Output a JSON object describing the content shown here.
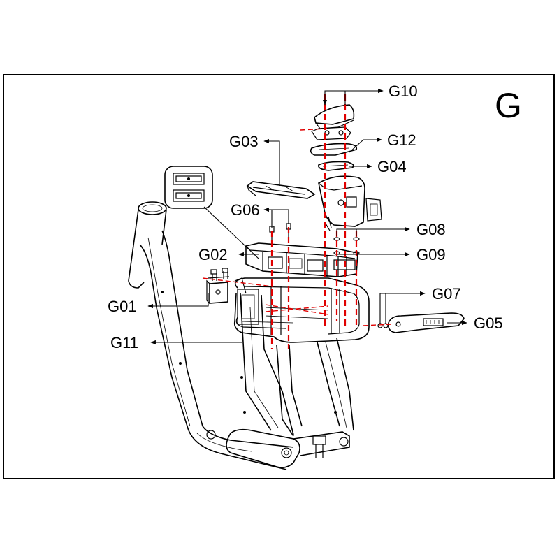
{
  "diagram": {
    "section_letter": "G",
    "part_labels": {
      "G01": "G01",
      "G02": "G02",
      "G03": "G03",
      "G04": "G04",
      "G05": "G05",
      "G06": "G06",
      "G07": "G07",
      "G08": "G08",
      "G09": "G09",
      "G10": "G10",
      "G11": "G11",
      "G12": "G12"
    },
    "colors": {
      "assembly_line": "#e00000",
      "line_art": "#000000",
      "background": "#ffffff"
    }
  }
}
